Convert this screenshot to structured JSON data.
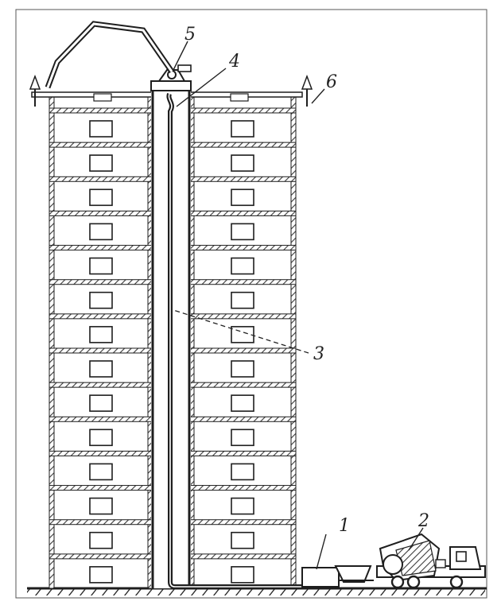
{
  "diagram": {
    "callouts": [
      "1",
      "2",
      "3",
      "4",
      "5",
      "6"
    ],
    "floors_per_tower": 14
  },
  "colors": {
    "ink": "#1e1e1e",
    "hatch": "#3a3a3a",
    "paper": "#ffffff"
  }
}
